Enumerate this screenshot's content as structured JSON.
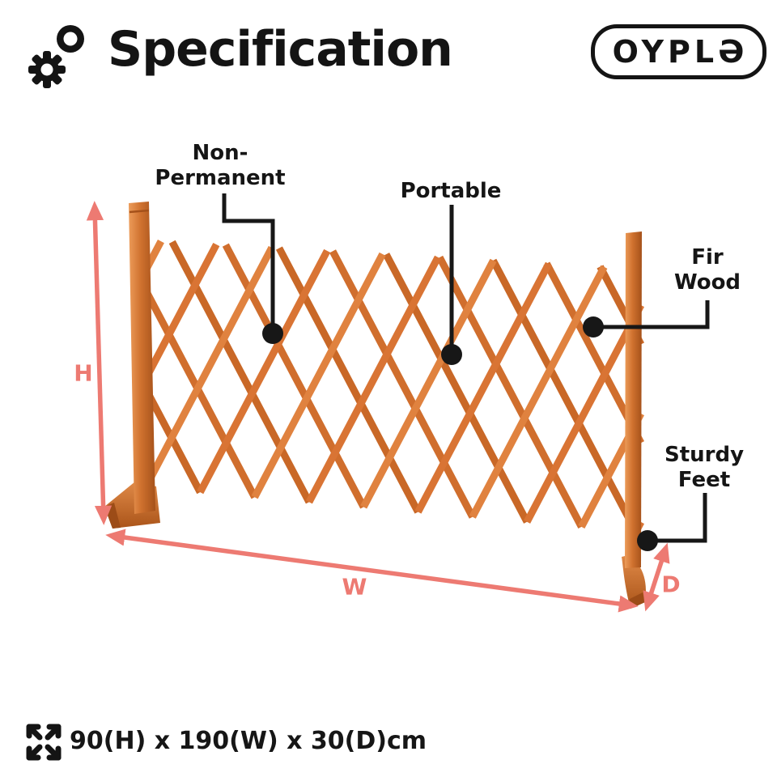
{
  "header": {
    "title": "Specification",
    "logo_text": "OYPLƏ"
  },
  "annotations": {
    "non_permanent": {
      "line1": "Non-",
      "line2": "Permanent"
    },
    "portable": {
      "label": "Portable"
    },
    "fir_wood": {
      "line1": "Fir",
      "line2": "Wood"
    },
    "sturdy_feet": {
      "line1": "Sturdy",
      "line2": "Feet"
    }
  },
  "dimensions": {
    "height_label": "H",
    "width_label": "W",
    "depth_label": "D",
    "summary": "90(H) x 190(W) x 30(D)cm"
  },
  "colors": {
    "dimension_accent": "#ed7a72",
    "annotation_ink": "#151515",
    "wood_slat": "#dd7c3a"
  }
}
